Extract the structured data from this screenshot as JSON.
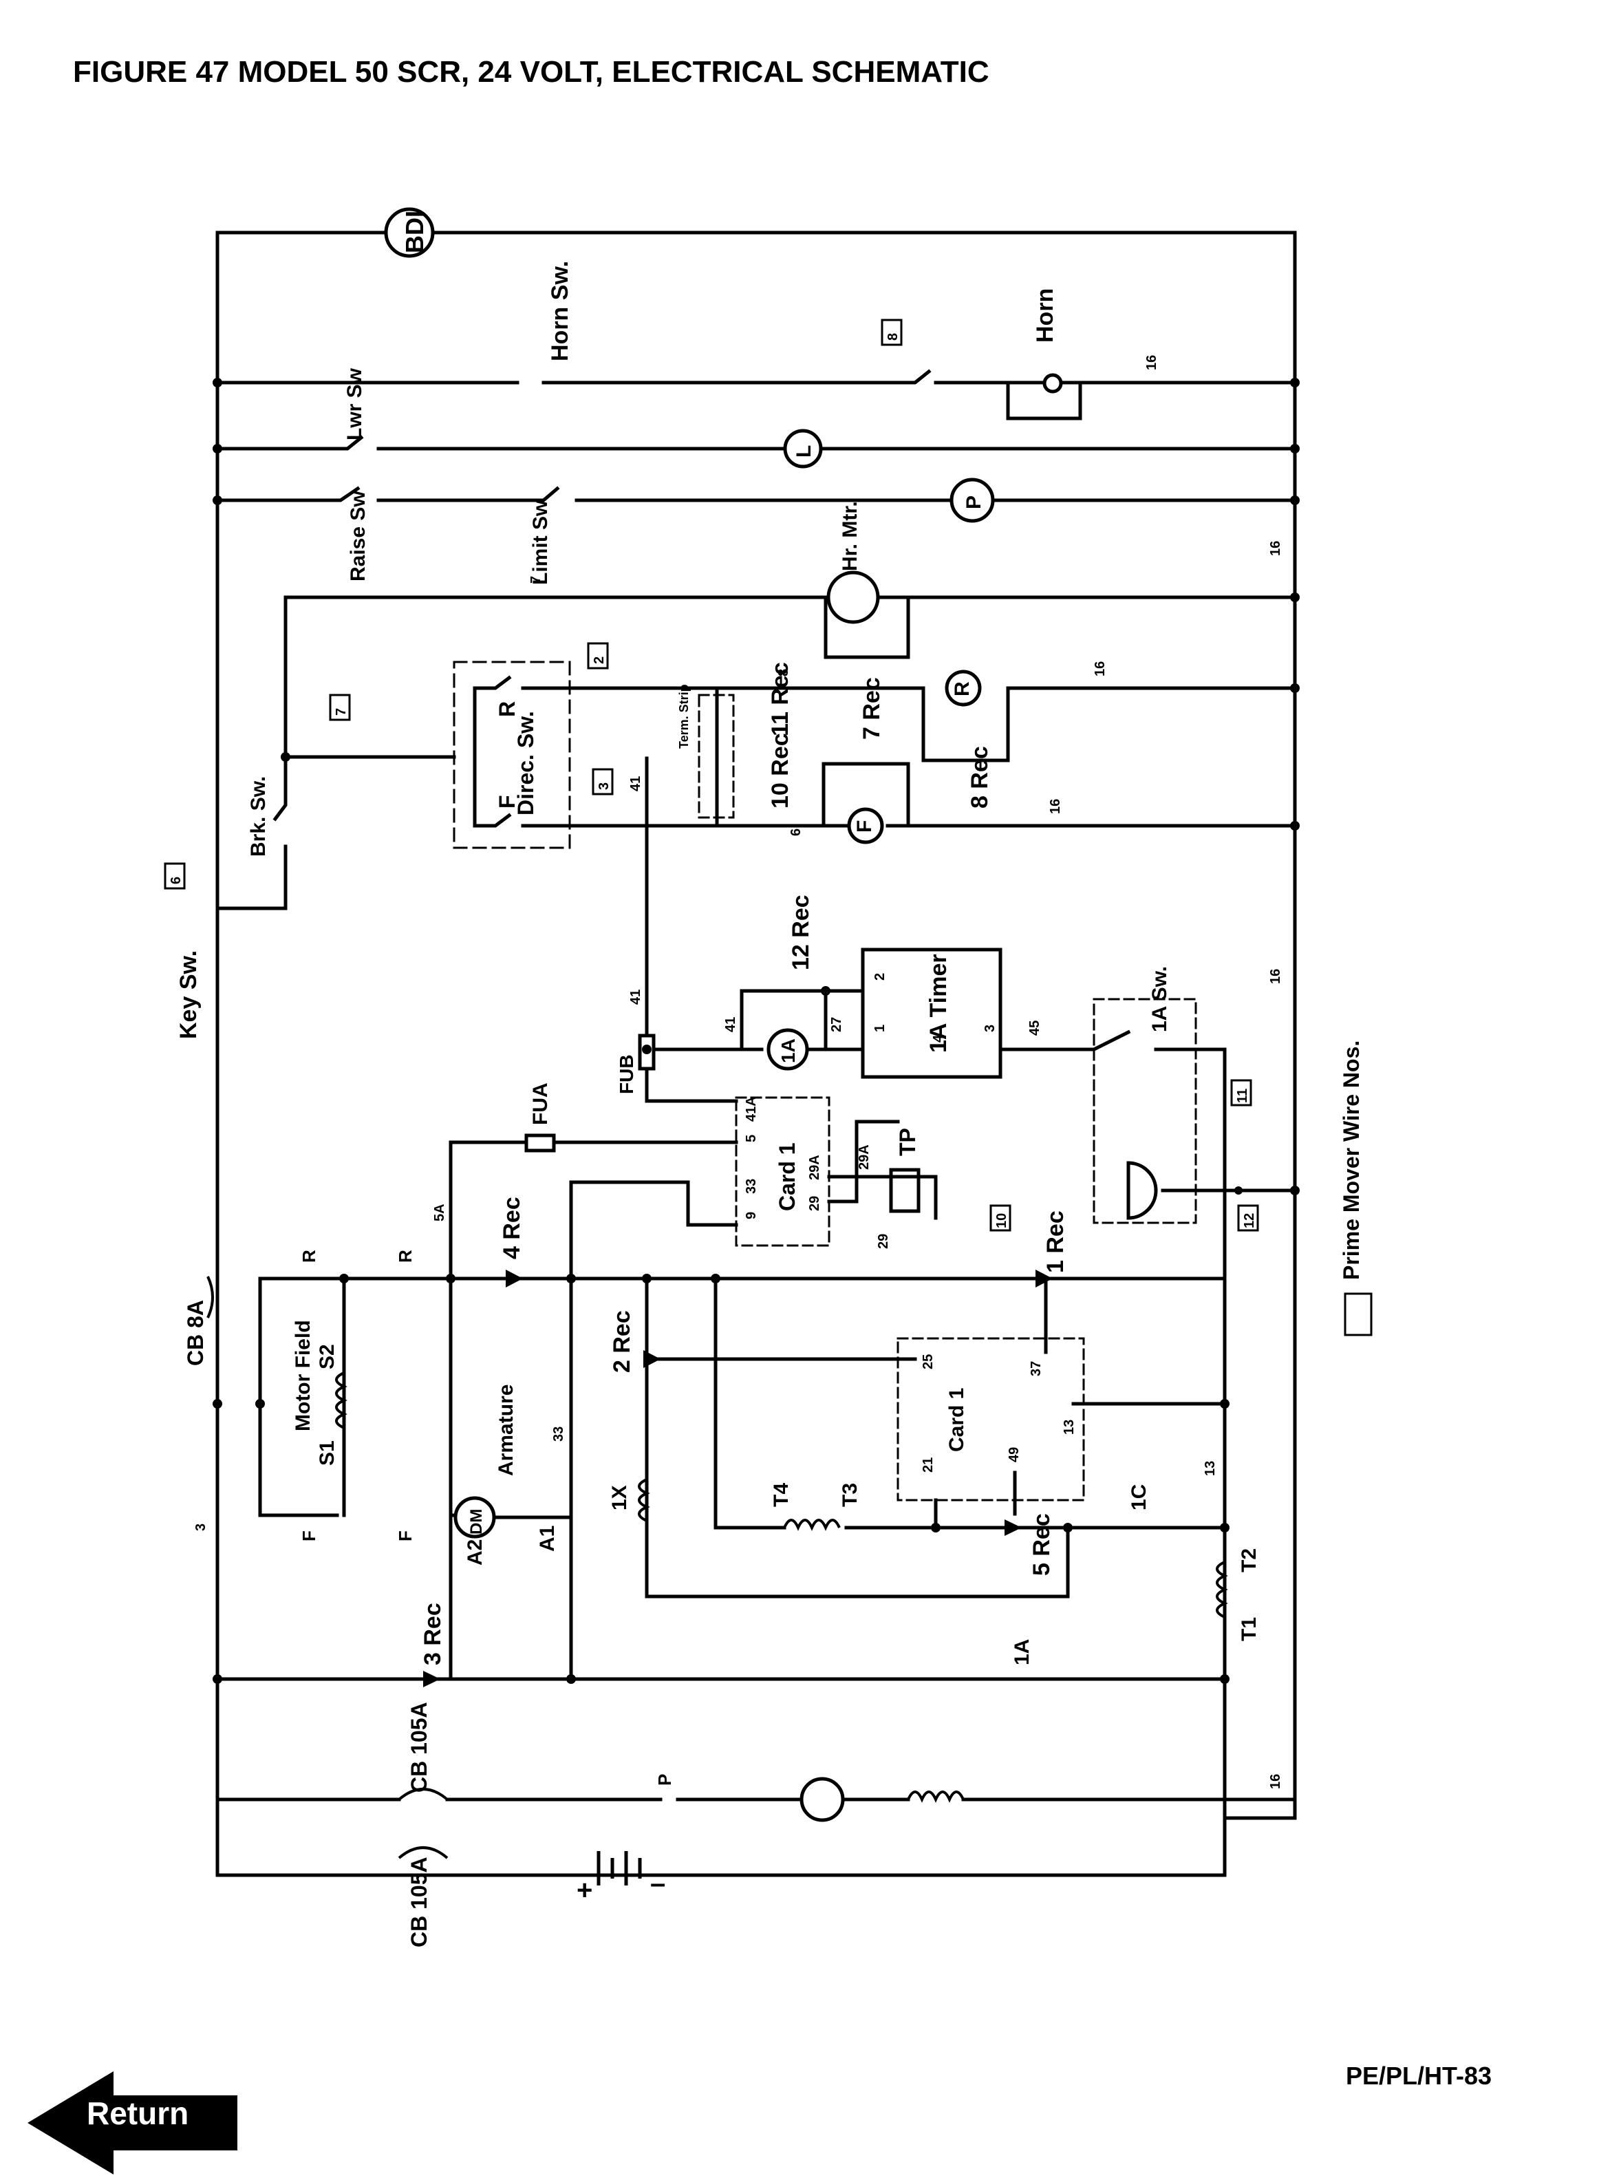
{
  "title": "FIGURE 47 MODEL 50 SCR, 24 VOLT, ELECTRICAL SCHEMATIC",
  "page_ref": "PE/PL/HT-83",
  "return_label": "Return",
  "legend": "Prime Mover Wire Nos.",
  "labels": {
    "bdi": "BDI",
    "horn_sw": "Horn Sw.",
    "horn": "Horn",
    "lwr_sw": "Lwr Sw",
    "lamp": "L",
    "pump": "P",
    "raise_sw": "Raise Sw",
    "limit_sw": "Limit Sw",
    "hr_mtr": "Hr. Mtr.",
    "brk_sw": "Brk. Sw.",
    "direc_sw": "Direc. Sw.",
    "r": "R",
    "f": "F",
    "term_strip": "Term. Strip",
    "rec11": "11 Rec",
    "rec10": "10 Rec",
    "rec7": "7 Rec",
    "rec8": "8 Rec",
    "key_sw": "Key Sw.",
    "rec12": "12 Rec",
    "timer": "1A Timer",
    "ia": "1A",
    "ia_sw": "1A Sw.",
    "fub": "FUB",
    "fua": "FUA",
    "card1": "Card 1",
    "tp": "TP",
    "rec4": "4 Rec",
    "rec1": "1 Rec",
    "rec2": "2 Rec",
    "rec3": "3 Rec",
    "rec5": "5 Rec",
    "cb8a": "CB 8A",
    "motor_field": "Motor Field",
    "s1": "S1",
    "s2": "S2",
    "armature": "Armature",
    "dm": "DM",
    "a1": "A1",
    "a2": "A2",
    "ix": "1X",
    "t1": "T1",
    "t2": "T2",
    "t3": "T3",
    "t4": "T4",
    "ic": "1C",
    "cb105a": "CB 105A",
    "plus": "+",
    "minus": "–"
  },
  "wire_numbers": {
    "w16": "16",
    "w8": "8",
    "w6": "6",
    "w41": "41",
    "w27": "27",
    "w45": "45",
    "w3": "3",
    "w33": "33",
    "w5a": "5A",
    "w29": "29",
    "w29a": "29A",
    "w41a": "41A",
    "w25": "25",
    "w37": "37",
    "w21": "21",
    "w49": "49",
    "w13": "13",
    "w1": "1",
    "w2": "2",
    "w4": "4",
    "w5": "5",
    "w9": "9",
    "w7": "7"
  },
  "tags": {
    "t6": "6",
    "t7": "7",
    "t2": "2",
    "t3": "3",
    "t8": "8",
    "t10": "10",
    "t11": "11",
    "t12": "12"
  }
}
